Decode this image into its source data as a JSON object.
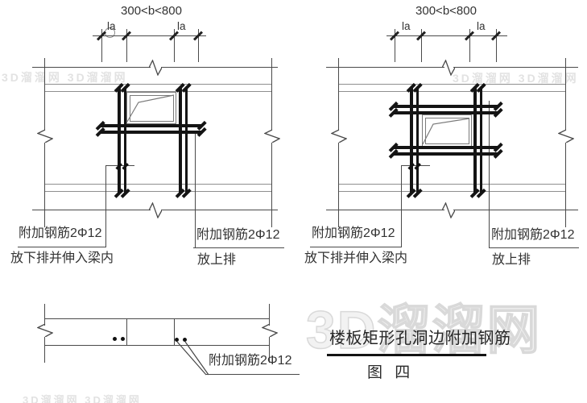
{
  "watermark": {
    "brand": "3D溜溜网",
    "band": "3D溜溜网 3D溜溜网"
  },
  "diagram_left": {
    "dim_text": "300<b<800",
    "la_left": "la",
    "la_right": "la",
    "leader_bottom": {
      "line1": "附加钢筋2Φ12",
      "line2": "放下排并伸入梁内"
    },
    "leader_top": {
      "line1": "附加钢筋2Φ12",
      "line2": "放上排"
    }
  },
  "diagram_right": {
    "dim_text": "300<b<800",
    "la_left": "la",
    "la_right": "la",
    "leader_bottom": {
      "line1": "附加钢筋2Φ12",
      "line2": "放下排并伸入梁内"
    },
    "leader_top": {
      "line1": "附加钢筋2Φ12",
      "line2": "放上排"
    }
  },
  "section": {
    "leader": {
      "line1": "附加钢筋2Φ12"
    }
  },
  "title": {
    "text": "楼板矩形孔洞边附加钢筋",
    "figure": "图 四"
  },
  "colors": {
    "background": "#ffffff",
    "thin_line": "#4a4a4a",
    "slab_line": "#8f8f8f",
    "rebar": "#141414",
    "text": "#333333",
    "watermark": "#dcdcdc"
  }
}
